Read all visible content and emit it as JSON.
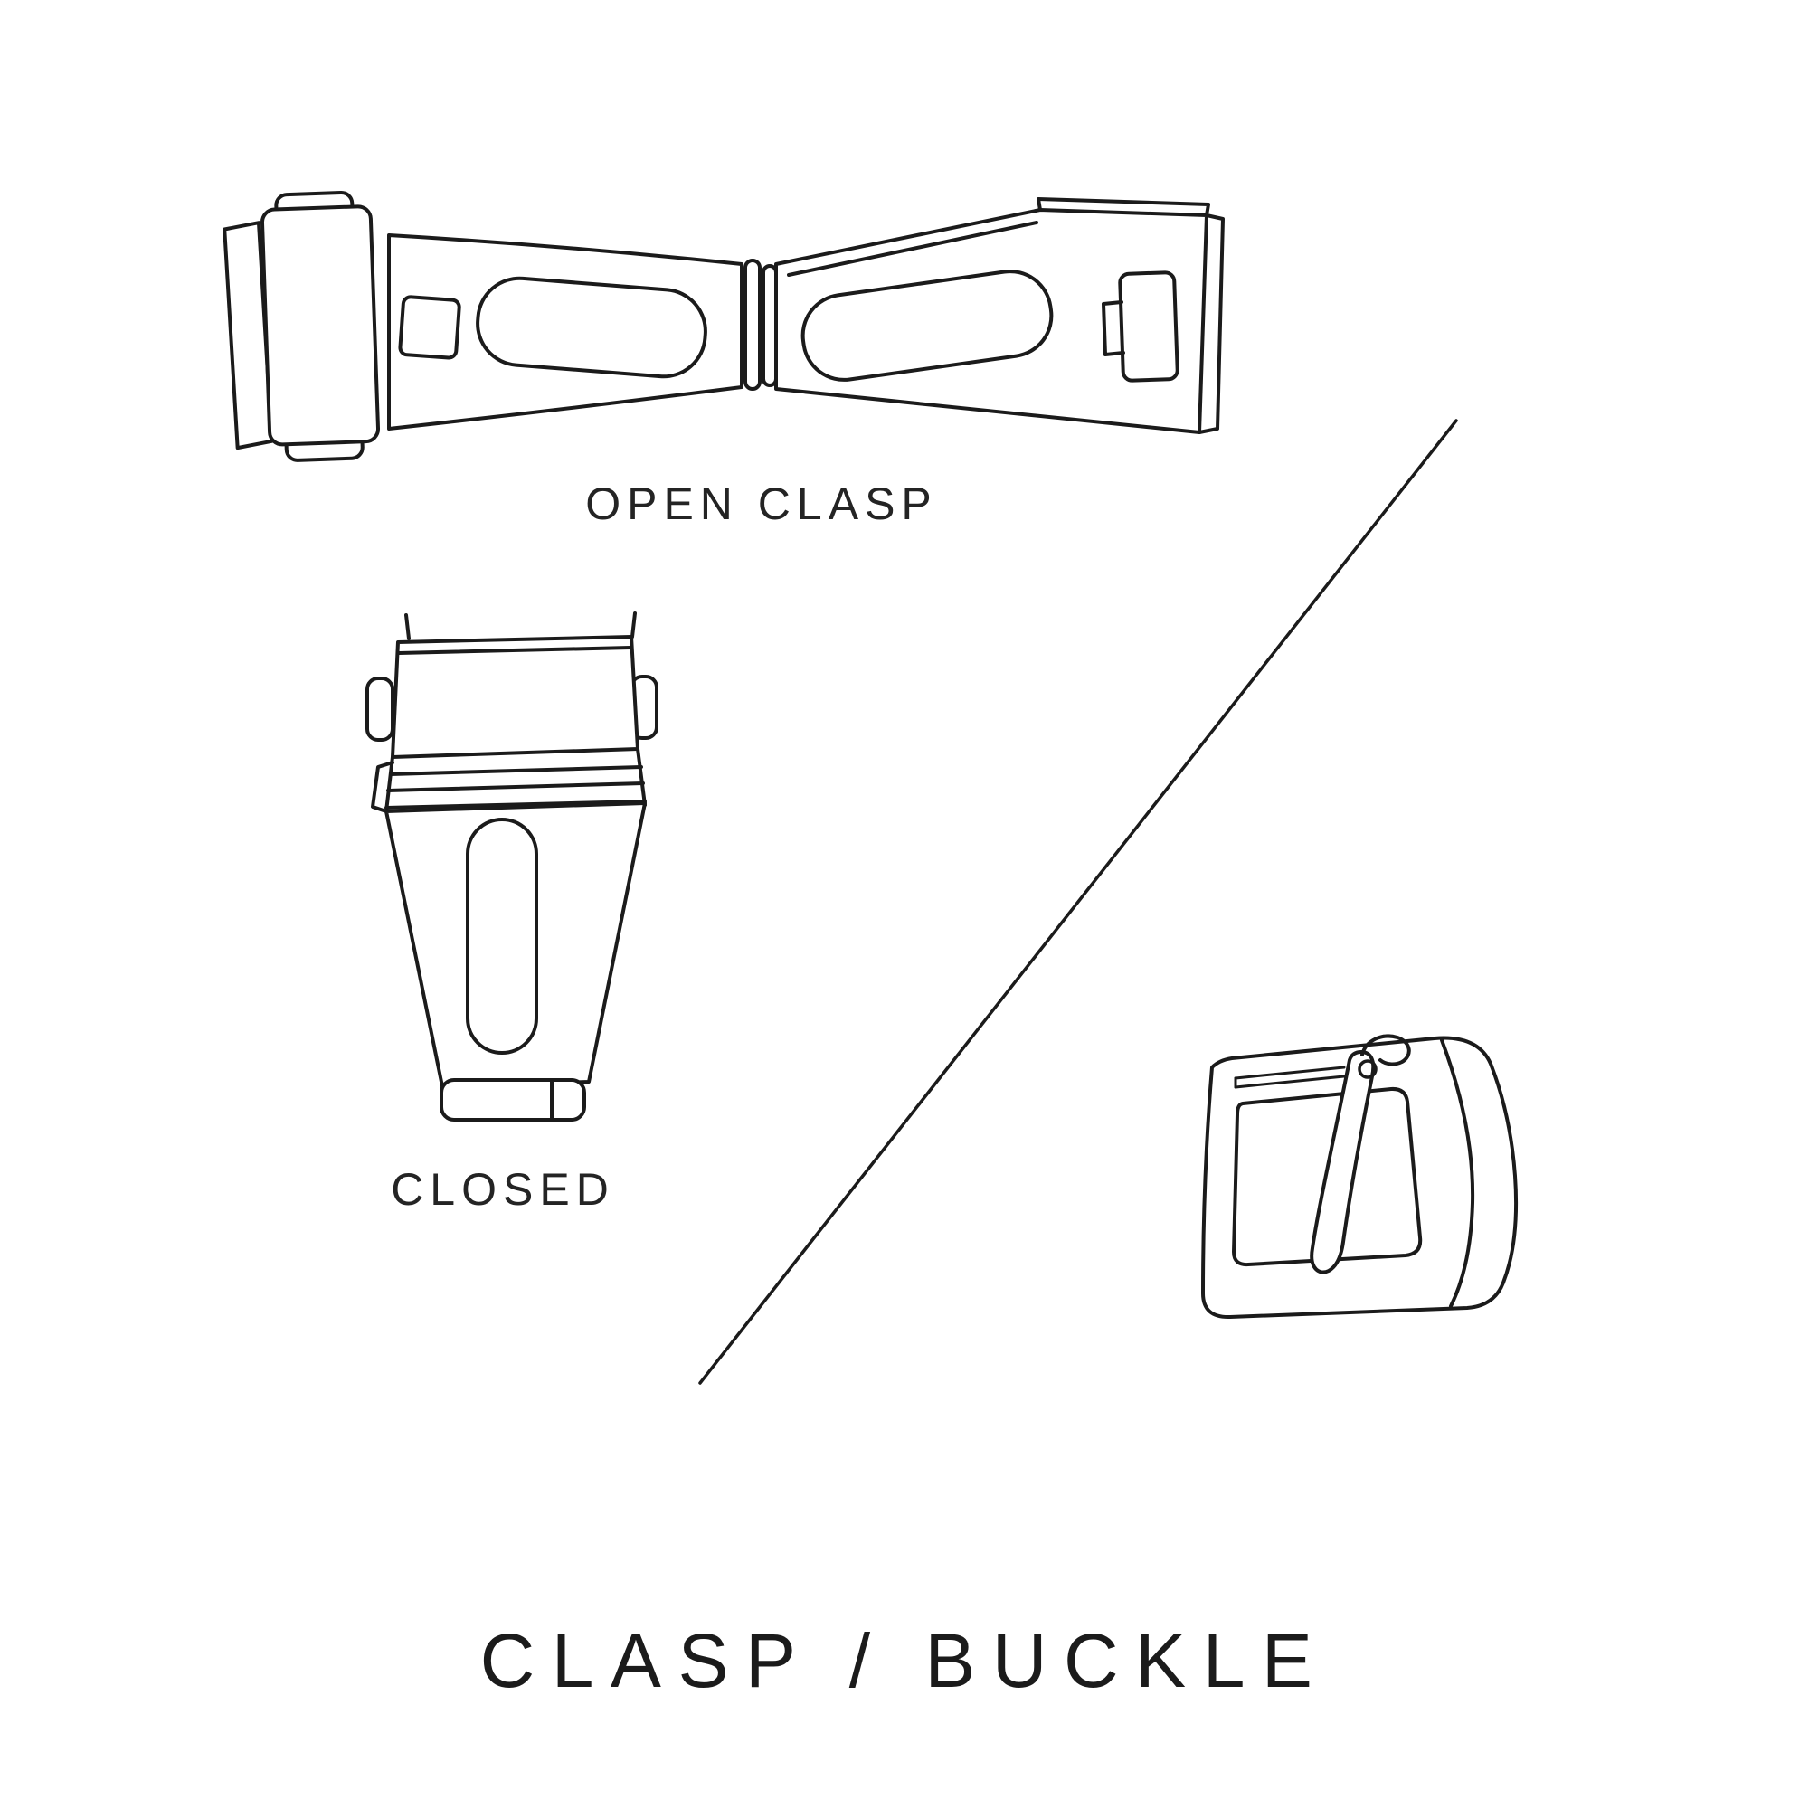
{
  "colors": {
    "background": "#ffffff",
    "ink": "#1b1b1b"
  },
  "diagram": {
    "title": "CLASP / BUCKLE",
    "labels": {
      "open_clasp": "OPEN CLASP",
      "closed": "CLOSED"
    },
    "illustrations": {
      "open_clasp": "open-clasp-illustration",
      "closed_clasp": "closed-clasp-illustration",
      "tang_buckle": "tang-buckle-illustration",
      "divider": "diagonal-divider-line"
    }
  }
}
